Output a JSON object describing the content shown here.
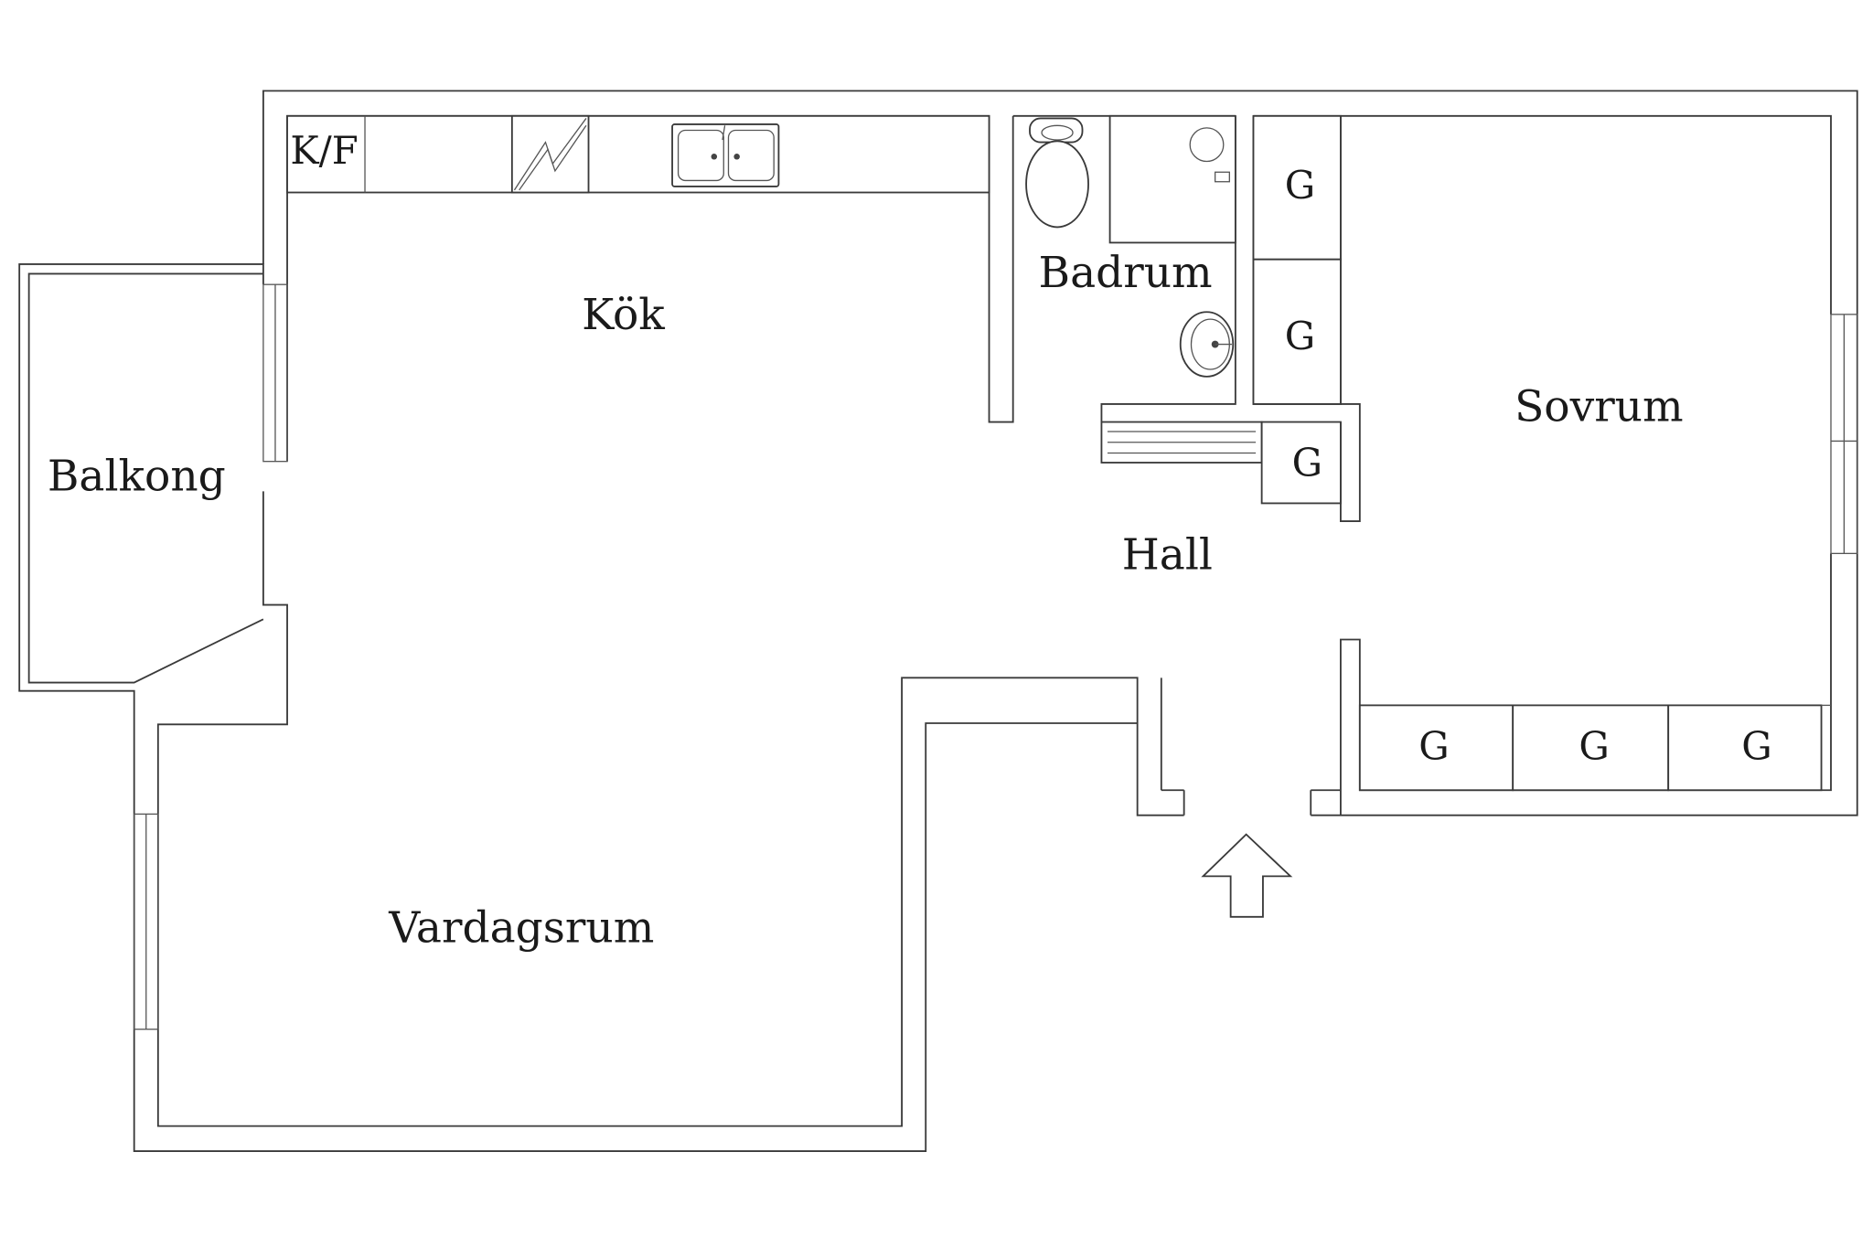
{
  "rooms": {
    "kok": "Kök",
    "badrum": "Badrum",
    "sovrum": "Sovrum",
    "hall": "Hall",
    "balkong": "Balkong",
    "vardagsrum": "Vardagsrum"
  },
  "fixtures": {
    "fridge_freezer": "K/F",
    "wardrobe": "G"
  },
  "entrance_icon": "up-arrow-icon"
}
